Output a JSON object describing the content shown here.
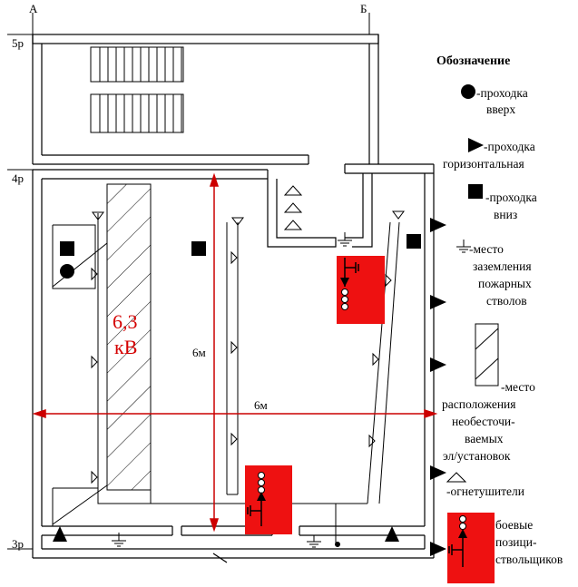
{
  "axes": {
    "a": "А",
    "b": "Б"
  },
  "levels": {
    "l5": "5р",
    "l4": "4р",
    "l3": "3р"
  },
  "voltage": {
    "line1": "6,3",
    "line2": "кВ"
  },
  "dims": {
    "vertical": "6м",
    "horizontal": "6м"
  },
  "legend": {
    "title": "Обозначение",
    "pass_up": [
      "-проходка",
      "вверх"
    ],
    "pass_horizontal": [
      "-проходка",
      "горизонтальная"
    ],
    "pass_down": [
      "-проходка",
      "вниз"
    ],
    "grounding": [
      "-место",
      "заземления",
      "пожарных",
      "стволов"
    ],
    "live_installations": [
      "-место",
      "расположения",
      "необесточи-",
      "ваемых",
      "эл/установок"
    ],
    "extinguishers": [
      "-огнетушители"
    ],
    "positions": [
      "боевые",
      "позици-",
      "ствольщиков"
    ]
  },
  "colors": {
    "accent": "#ee1111",
    "dimension": "#cc0000",
    "line": "#000000"
  }
}
